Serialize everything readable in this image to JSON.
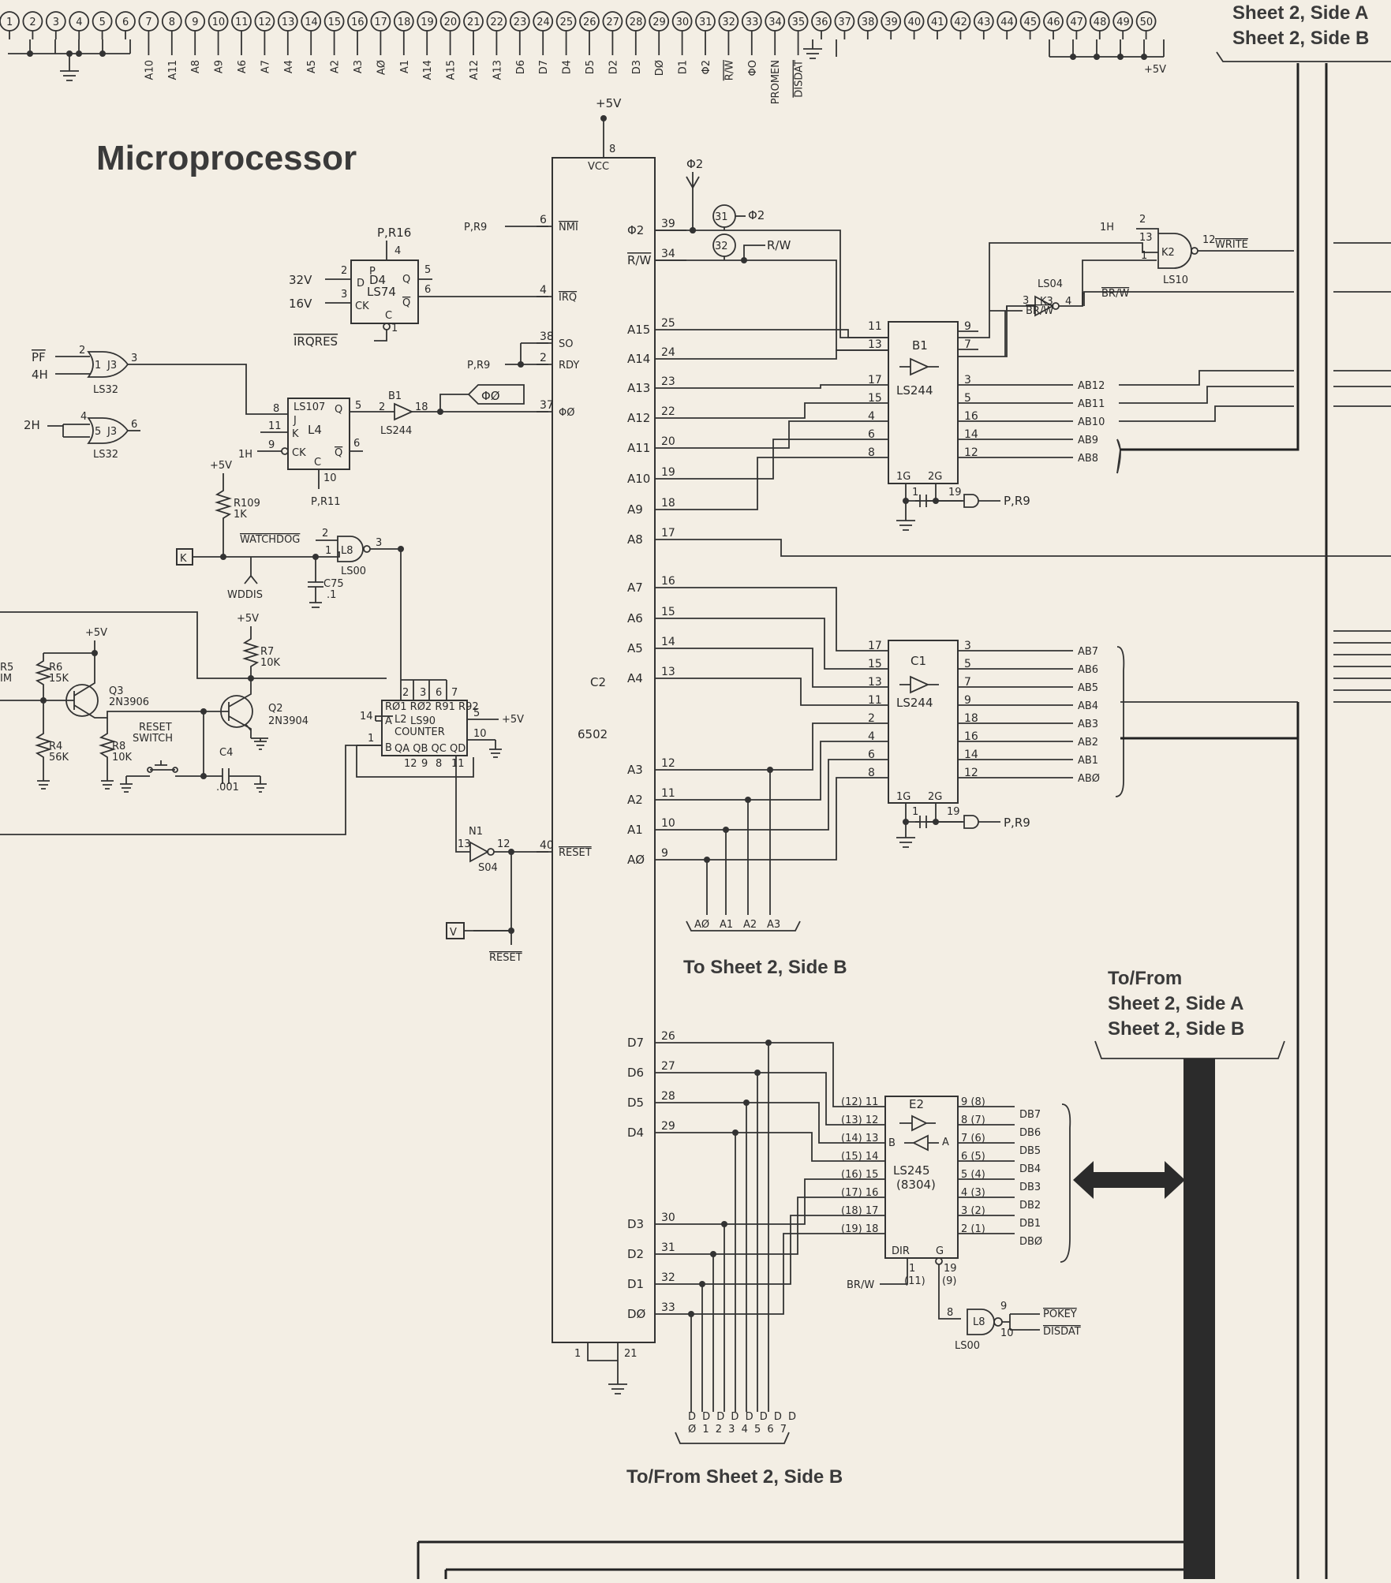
{
  "title": "Microprocessor",
  "connector": {
    "pins": [
      "1",
      "2",
      "3",
      "4",
      "5",
      "6",
      "7",
      "8",
      "9",
      "10",
      "11",
      "12",
      "13",
      "14",
      "15",
      "16",
      "17",
      "18",
      "19",
      "20",
      "21",
      "22",
      "23",
      "24",
      "25",
      "26",
      "27",
      "28",
      "29",
      "30",
      "31",
      "32",
      "33",
      "34",
      "35",
      "36",
      "37",
      "38",
      "39",
      "40",
      "41",
      "42",
      "43",
      "44",
      "45",
      "46",
      "47",
      "48",
      "49",
      "50"
    ],
    "signals": [
      "A10",
      "A11",
      "A8",
      "A9",
      "A6",
      "A7",
      "A4",
      "A5",
      "A2",
      "A3",
      "AØ",
      "A1",
      "A14",
      "A15",
      "A12",
      "A13",
      "D6",
      "D7",
      "D4",
      "D5",
      "D2",
      "D3",
      "DØ",
      "D1",
      "Φ2",
      "R/W",
      "ΦO",
      "PROMEN",
      "DISDAT"
    ],
    "right_supply": "+5V"
  },
  "corner_header": {
    "line1": "Sheet 2, Side A",
    "line2": "Sheet 2, Side B"
  },
  "cpu": {
    "ref": "C2",
    "part": "6502",
    "supply": "+5V",
    "vcc_pin": "8",
    "vcc": "VCC",
    "gnd_pins": [
      "1",
      "21"
    ],
    "left_pins": [
      {
        "num": "6",
        "name": "NMI",
        "net": "P,R9"
      },
      {
        "num": "4",
        "name": "IRQ",
        "net": ""
      },
      {
        "num": "38",
        "name": "SO",
        "net": ""
      },
      {
        "num": "2",
        "name": "RDY",
        "net": "P,R9"
      },
      {
        "num": "37",
        "name": "ΦØ",
        "net": "ΦØ"
      },
      {
        "num": "40",
        "name": "RESET",
        "net": ""
      }
    ],
    "right_pins": [
      {
        "num": "39",
        "name": "Φ2"
      },
      {
        "num": "34",
        "name": "R/W"
      },
      {
        "num": "25",
        "name": "A15"
      },
      {
        "num": "24",
        "name": "A14"
      },
      {
        "num": "23",
        "name": "A13"
      },
      {
        "num": "22",
        "name": "A12"
      },
      {
        "num": "20",
        "name": "A11"
      },
      {
        "num": "19",
        "name": "A10"
      },
      {
        "num": "18",
        "name": "A9"
      },
      {
        "num": "17",
        "name": "A8"
      },
      {
        "num": "16",
        "name": "A7"
      },
      {
        "num": "15",
        "name": "A6"
      },
      {
        "num": "14",
        "name": "A5"
      },
      {
        "num": "13",
        "name": "A4"
      },
      {
        "num": "12",
        "name": "A3"
      },
      {
        "num": "11",
        "name": "A2"
      },
      {
        "num": "10",
        "name": "A1"
      },
      {
        "num": "9",
        "name": "AØ"
      },
      {
        "num": "26",
        "name": "D7"
      },
      {
        "num": "27",
        "name": "D6"
      },
      {
        "num": "28",
        "name": "D5"
      },
      {
        "num": "29",
        "name": "D4"
      },
      {
        "num": "30",
        "name": "D3"
      },
      {
        "num": "31",
        "name": "D2"
      },
      {
        "num": "32",
        "name": "D1"
      },
      {
        "num": "33",
        "name": "DØ"
      }
    ]
  },
  "b1": {
    "ref": "B1",
    "part": "LS244",
    "in_pins": [
      "11",
      "13",
      "17",
      "15",
      "4",
      "6",
      "8"
    ],
    "out_pins": [
      "9",
      "7",
      "3",
      "5",
      "16",
      "14",
      "12"
    ],
    "enable": [
      "1G",
      "2G"
    ],
    "en_pins": [
      "1",
      "19"
    ],
    "outputs": [
      "AB12",
      "AB11",
      "AB10",
      "AB9",
      "AB8"
    ],
    "enable_net": "P,R9"
  },
  "c1": {
    "ref": "C1",
    "part": "LS244",
    "in_pins": [
      "17",
      "15",
      "13",
      "11",
      "2",
      "4",
      "6",
      "8"
    ],
    "out_pins": [
      "3",
      "5",
      "7",
      "9",
      "18",
      "16",
      "14",
      "12"
    ],
    "enable": [
      "1G",
      "2G"
    ],
    "en_pins": [
      "1",
      "19"
    ],
    "outputs": [
      "AB7",
      "AB6",
      "AB5",
      "AB4",
      "AB3",
      "AB2",
      "AB1",
      "ABØ"
    ],
    "enable_net": "P,R9"
  },
  "e2": {
    "ref": "E2",
    "part": "LS245",
    "alt": "(8304)",
    "in_pins": [
      "(12) 11",
      "(13) 12",
      "(14) 13",
      "(15) 14",
      "(16) 15",
      "(17) 16",
      "(18) 17",
      "(19) 18"
    ],
    "out_pins": [
      "9 (8)",
      "8 (7)",
      "7 (6)",
      "6 (5)",
      "5 (4)",
      "4 (3)",
      "3 (2)",
      "2 (1)"
    ],
    "outputs": [
      "DB7",
      "DB6",
      "DB5",
      "DB4",
      "DB3",
      "DB2",
      "DB1",
      "DBØ"
    ],
    "dir": "DIR",
    "g": "G",
    "dir_pins": [
      "1",
      "(11)"
    ],
    "g_pins": [
      "19",
      "(9)"
    ],
    "dir_net": "BR/W",
    "a": "A",
    "b": "B"
  },
  "k2": {
    "ref": "K2",
    "part": "LS10",
    "in_pins": [
      "2",
      "13",
      "1"
    ],
    "out_pin": "12",
    "out": "WRITE",
    "in_net": "1H"
  },
  "k3": {
    "ref": "K3",
    "part": "LS04",
    "in_pin": "3",
    "out_pin": "4",
    "out": "BR/W",
    "net": "BR/W"
  },
  "d4": {
    "ref": "D4",
    "part": "LS74",
    "preset": "P,R16",
    "p_pin": "4",
    "d": "D",
    "ck": "CK",
    "p": "P",
    "c": "C",
    "q": "Q",
    "qbar": "Q",
    "d_pin": "2",
    "ck_pin": "3",
    "q_pin": "5",
    "qb_pin": "6",
    "c_pin": "1",
    "d_in": "32V",
    "ck_in": "16V",
    "clr": "IRQRES"
  },
  "j3a": {
    "ref": "J3",
    "part": "LS32",
    "pins": [
      "1",
      "2",
      "3"
    ],
    "in1": "PF",
    "in2": "4H"
  },
  "j3b": {
    "ref": "J3",
    "part": "LS32",
    "pins": [
      "4",
      "5",
      "6"
    ],
    "in": "2H"
  },
  "l4": {
    "ref": "L4",
    "part": "LS107",
    "pins": [
      "8",
      "11",
      "9",
      "10",
      "5",
      "6"
    ],
    "j": "J",
    "k": "K",
    "ck": "CK",
    "c": "C",
    "q": "Q",
    "qbar": "Q",
    "h": "1H",
    "clr": "P,R11"
  },
  "b1g": {
    "ref": "B1",
    "part": "LS244",
    "in_pin": "2",
    "out_pin": "18",
    "out": "ΦØ"
  },
  "l8a": {
    "ref": "L8",
    "part": "LS00",
    "in": "WATCHDOG",
    "pins": [
      "2",
      "1",
      "3"
    ]
  },
  "c75": {
    "ref": "C75",
    "value": ".1"
  },
  "r109": {
    "ref": "R109",
    "value": "1K",
    "supply": "+5V"
  },
  "k_box": "K",
  "v_box": "V",
  "wddis": "WDDIS",
  "r7": {
    "ref": "R7",
    "value": "10K",
    "supply": "+5V"
  },
  "r6": {
    "ref": "R6",
    "value": "15K"
  },
  "r5": {
    "ref": "R5",
    "value": "IM"
  },
  "r4": {
    "ref": "R4",
    "value": "56K"
  },
  "r8": {
    "ref": "R8",
    "value": "10K"
  },
  "q3": {
    "ref": "Q3",
    "part": "2N3906",
    "supply": "+5V"
  },
  "q2": {
    "ref": "Q2",
    "part": "2N3904"
  },
  "c4": {
    "ref": "C4",
    "value": ".001"
  },
  "reset_switch": {
    "line1": "RESET",
    "line2": "SWITCH"
  },
  "l2": {
    "ref": "L2",
    "part": "LS90",
    "label": "COUNTER",
    "top_pins": [
      "2",
      "3",
      "6",
      "7"
    ],
    "top_names": "RØ1 RØ2 R91 R92",
    "in_a": "A",
    "in_b": "B",
    "pin_a": "14",
    "pin_b": "1",
    "supply": "+5V",
    "supply_pin": "5",
    "gnd_pin": "10",
    "bottom_names": "QA QB QC QD",
    "bottom_pins": [
      "12",
      "9",
      "8",
      "11"
    ]
  },
  "n1": {
    "ref": "N1",
    "part": "S04",
    "in_pin": "13",
    "out_pin": "12",
    "net": "RESET"
  },
  "l8b": {
    "ref": "L8",
    "part": "LS00",
    "pins": [
      "8",
      "9",
      "10"
    ],
    "out1": "POKEY",
    "out2": "DISDAT"
  },
  "phi2_test": {
    "tp": "31",
    "net": "Φ2",
    "top": "Φ2"
  },
  "rw_test": {
    "tp": "32",
    "net": "R/W"
  },
  "addr_bundle": {
    "labels": [
      "AØ",
      "A1",
      "A2",
      "A3"
    ],
    "caption": "To Sheet 2, Side B"
  },
  "data_bundle": {
    "top": "D D D D D D D D",
    "bottom": "Ø 1 2 3 4 5 6 7",
    "caption": "To/From Sheet 2, Side B"
  },
  "bus_note": {
    "line1": "To/From",
    "line2": "Sheet 2, Side A",
    "line3": "Sheet 2, Side B"
  }
}
